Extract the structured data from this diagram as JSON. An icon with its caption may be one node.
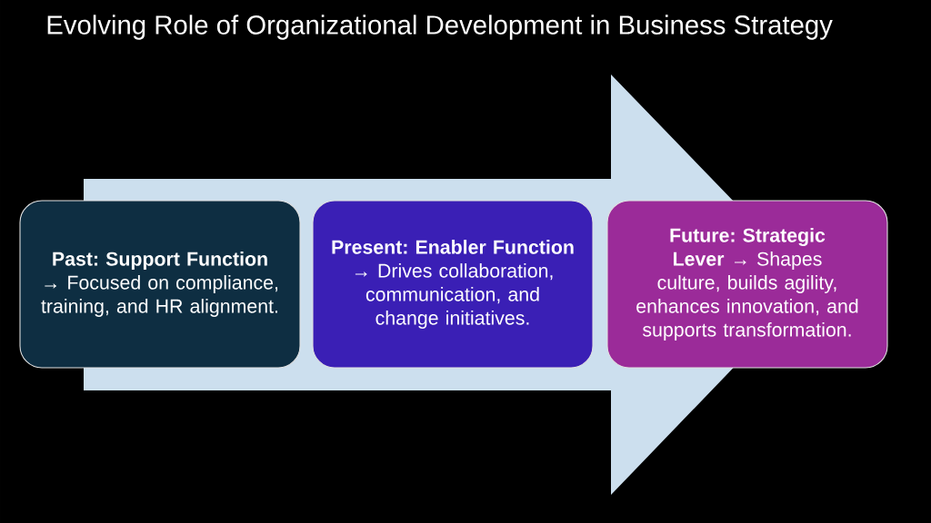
{
  "diagram": {
    "title": "Evolving Role of Organizational Development in Business Strategy",
    "nodes": [
      {
        "text": [
          "**Past: Support Function** → Focused on compliance, training, and HR alignment."
        ]
      },
      {
        "text": [
          "**Present: Enabler Function** → Drives collaboration, communication, and change initiatives."
        ]
      },
      {
        "text": [
          "**Future: Strategic Lever** → Shapes culture, builds agility, enhances innovation, and supports transformation."
        ]
      }
    ],
    "edges": [
      {
        "from": 0,
        "to": 2,
        "arrow": "to"
      }
    ]
  }
}
